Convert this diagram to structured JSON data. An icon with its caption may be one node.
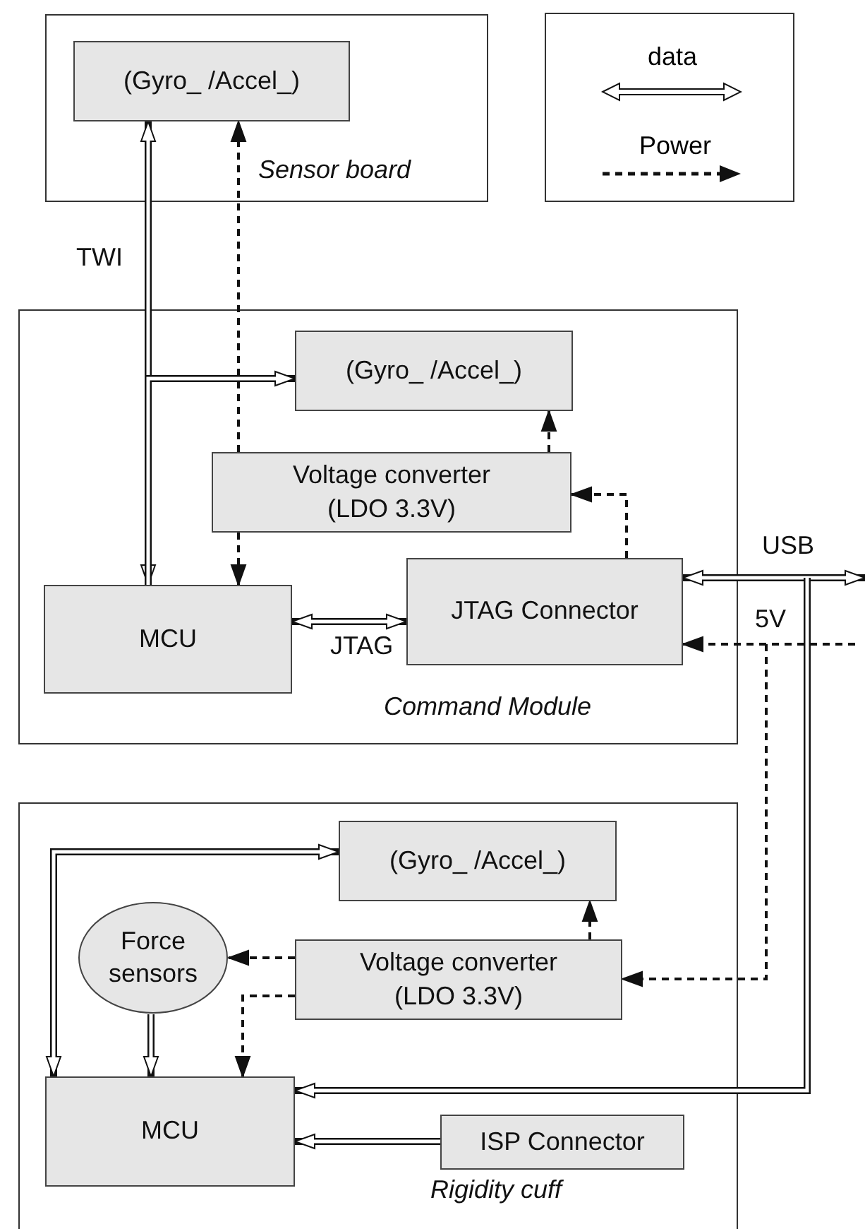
{
  "diagram": {
    "nodes": [
      {
        "text": [
          "Sensor board"
        ]
      },
      {
        "text": [
          "(Gyro_ /Accel_)"
        ],
        "in": 0
      },
      {
        "text": [
          "Command Module"
        ]
      },
      {
        "text": [
          "(Gyro_ /Accel_)"
        ],
        "in": 2
      },
      {
        "text": [
          "Voltage converter (LDO 3.3V)"
        ],
        "in": 2
      },
      {
        "text": [
          "MCU"
        ],
        "in": 2
      },
      {
        "text": [
          "JTAG Connector"
        ],
        "in": 2
      },
      {
        "text": [
          "Rigidity cuff"
        ]
      },
      {
        "text": [
          "(Gyro_ /Accel_)"
        ],
        "in": 7
      },
      {
        "text": [
          "Force sensors"
        ],
        "in": 7
      },
      {
        "text": [
          "Voltage converter (LDO 3.3V)"
        ],
        "in": 7
      },
      {
        "text": [
          "MCU"
        ],
        "in": 7
      },
      {
        "text": [
          "ISP Connector"
        ],
        "in": 7
      }
    ],
    "edges": [
      {
        "from": 5,
        "to": 1,
        "arrow": "both",
        "style": "thick",
        "label": "TWI"
      },
      {
        "from": 5,
        "to": 3,
        "arrow": "to",
        "style": "thick"
      },
      {
        "from": 4,
        "to": 1,
        "arrow": "to",
        "style": "dashed"
      },
      {
        "from": 4,
        "to": 3,
        "arrow": "to",
        "style": "dashed"
      },
      {
        "from": 4,
        "to": 5,
        "arrow": "to",
        "style": "dashed"
      },
      {
        "from": 6,
        "to": 4,
        "arrow": "to",
        "style": "dashed"
      },
      {
        "from": 5,
        "to": 6,
        "arrow": "both",
        "style": "thick",
        "label": "JTAG"
      },
      {
        "from": 6,
        "to": null,
        "arrow": "both",
        "style": "thick",
        "label": "USB"
      },
      {
        "from": null,
        "to": 6,
        "arrow": "to",
        "style": "dashed",
        "label": "5V"
      },
      {
        "from": null,
        "to": 10,
        "arrow": "to",
        "style": "dashed"
      },
      {
        "from": null,
        "to": 11,
        "arrow": "to",
        "style": "thick"
      },
      {
        "from": 11,
        "to": 8,
        "arrow": "both",
        "style": "thick"
      },
      {
        "from": 10,
        "to": 8,
        "arrow": "to",
        "style": "dashed"
      },
      {
        "from": 10,
        "to": 9,
        "arrow": "to",
        "style": "dashed"
      },
      {
        "from": 10,
        "to": 11,
        "arrow": "to",
        "style": "dashed"
      },
      {
        "from": 9,
        "to": 11,
        "arrow": "to",
        "style": "thick"
      },
      {
        "from": 12,
        "to": 11,
        "arrow": "to",
        "style": "thick"
      }
    ],
    "legend": [
      {
        "text": "data"
      },
      {
        "text": "Power"
      }
    ]
  }
}
